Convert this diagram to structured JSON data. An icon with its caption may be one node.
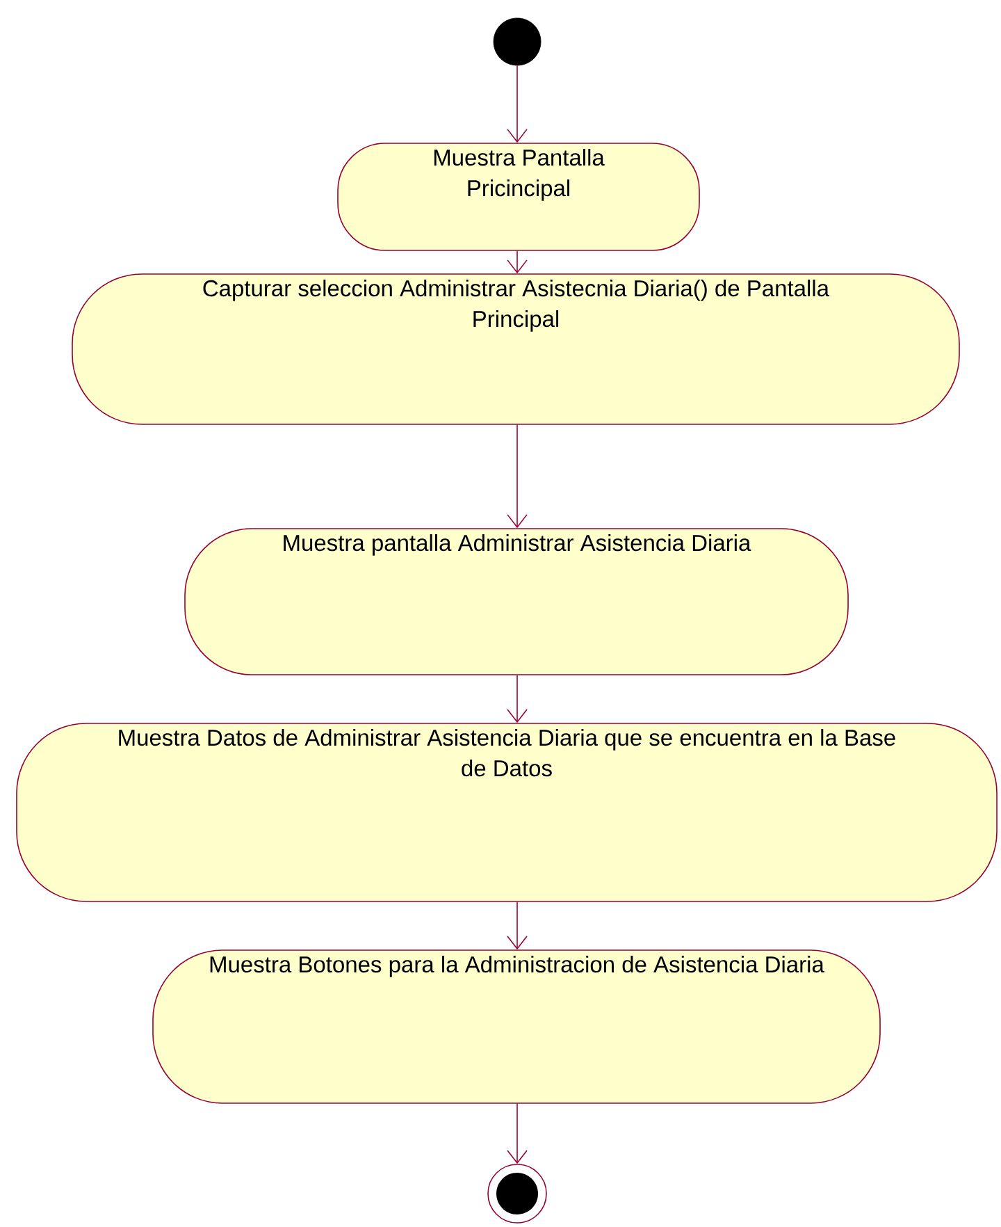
{
  "diagram": {
    "nodes": [
      {
        "text": [],
        "shape": "circle"
      },
      {
        "text": [
          "Muestra Pantalla Pricincipal"
        ]
      },
      {
        "text": [
          "Capturar seleccion Administrar Asistecnia Diaria() de Pantalla Principal"
        ]
      },
      {
        "text": [
          "Muestra pantalla Administrar Asistencia Diaria"
        ]
      },
      {
        "text": [
          "Muestra Datos de Administrar Asistencia Diaria que se encuentra en la Base de Datos"
        ]
      },
      {
        "text": [
          "Muestra Botones para la Administracion de Asistencia Diaria"
        ]
      },
      {
        "text": [],
        "shape": "circle"
      }
    ],
    "edges": [
      {
        "from": 0,
        "to": 1,
        "arrow": "to"
      },
      {
        "from": 1,
        "to": 2,
        "arrow": "to"
      },
      {
        "from": 2,
        "to": 3,
        "arrow": "to"
      },
      {
        "from": 3,
        "to": 4,
        "arrow": "to"
      },
      {
        "from": 4,
        "to": 5,
        "arrow": "to"
      },
      {
        "from": 5,
        "to": 6,
        "arrow": "to"
      }
    ]
  }
}
